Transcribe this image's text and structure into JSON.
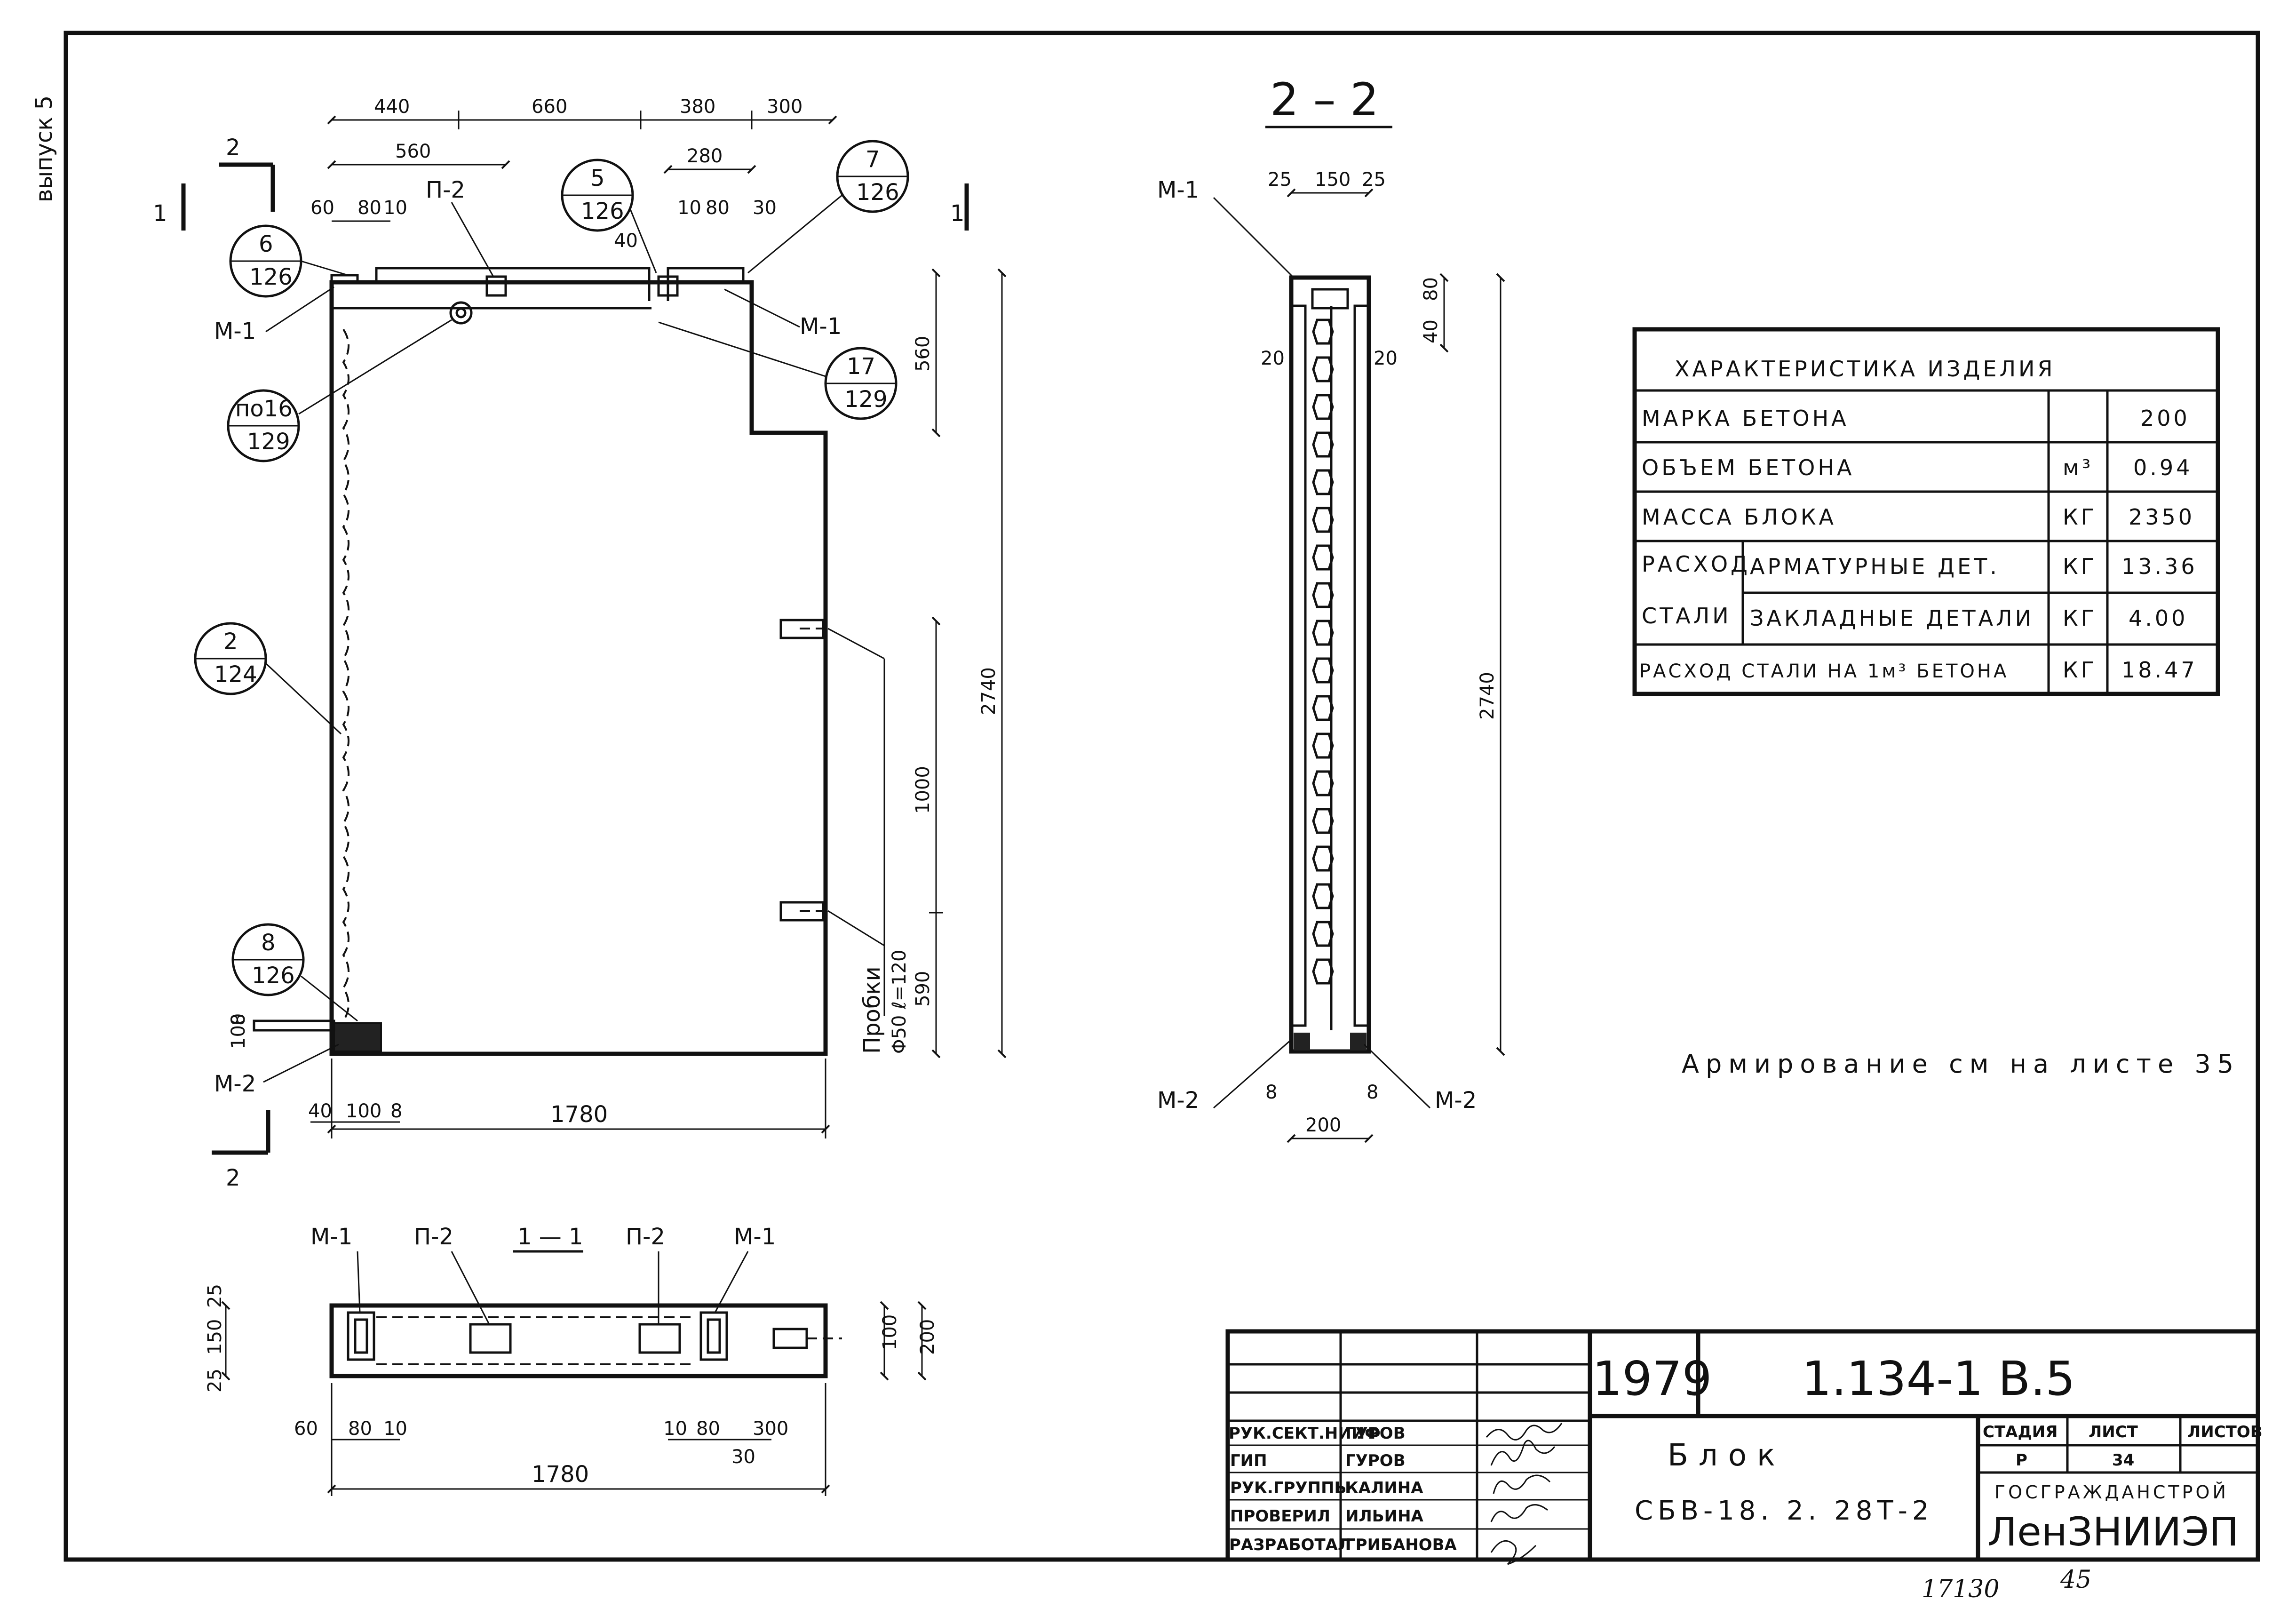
{
  "side_label": "выпуск 5",
  "sections": {
    "s22": "2 – 2",
    "s11": "1 — 1",
    "cut1": "1",
    "cut2": "2"
  },
  "marks": {
    "m1": "М-1",
    "m2": "М-2",
    "p2": "П-2"
  },
  "callouts": [
    {
      "top": "6",
      "bottom": "126"
    },
    {
      "top": "5",
      "bottom": "126"
    },
    {
      "top": "7",
      "bottom": "126"
    },
    {
      "top": "17",
      "bottom": "129"
    },
    {
      "top": "по16",
      "bottom": "129"
    },
    {
      "top": "2",
      "bottom": "124"
    },
    {
      "top": "8",
      "bottom": "126"
    }
  ],
  "dims": {
    "d440": "440",
    "d660": "660",
    "d380": "380",
    "d300": "300",
    "d560": "560",
    "d280": "280",
    "d60": "60",
    "d80": "80",
    "d10": "10",
    "d40": "40",
    "d30": "30",
    "d25": "25",
    "d150": "150",
    "d20": "20",
    "d2740": "2740",
    "d1000": "1000",
    "d590": "590",
    "d100": "100",
    "d8": "8",
    "d1780": "1780",
    "d200": "200"
  },
  "probki": "Пробки",
  "probki_spec": "Φ50 ℓ=120",
  "characteristics": {
    "title": "ХАРАКТЕРИСТИКА  ИЗДЕЛИЯ",
    "rows": [
      {
        "label": "МАРКА  БЕТОНА",
        "unit": "",
        "value": "200"
      },
      {
        "label": "ОБЪЕМ  БЕТОНА",
        "unit": "м³",
        "value": "0.94"
      },
      {
        "label": "МАССА  БЛОКА",
        "unit": "КГ",
        "value": "2350"
      }
    ],
    "steel_label_1": "РАСХОД",
    "steel_label_2": "СТАЛИ",
    "steel_rows": [
      {
        "label": "АРМАТУРНЫЕ  ДЕТ.",
        "unit": "КГ",
        "value": "13.36"
      },
      {
        "label": "ЗАКЛАДНЫЕ ДЕТАЛИ",
        "unit": "КГ",
        "value": "4.00"
      }
    ],
    "per_m3_label": "РАСХОД СТАЛИ  НА 1м³ БЕТОНА",
    "per_m3_unit": "КГ",
    "per_m3_value": "18.47"
  },
  "note": "Армирование  см  на  листе 35",
  "title_block": {
    "year": "1979",
    "code": "1.134-1  В.5",
    "name": "Блок",
    "mark": "СБВ-18. 2. 28Т-2",
    "stage_h": "СТАДИЯ",
    "sheet_h": "ЛИСТ",
    "sheets_h": "ЛИСТОВ",
    "stage": "Р",
    "sheet": "34",
    "org1": "ГОСГРАЖДАНСТРОЙ",
    "org2": "ЛенЗНИИЭП",
    "staff": [
      {
        "role": "РУК.СЕКТ.НИИФ",
        "name": "ГУРОВ"
      },
      {
        "role": "ГИП",
        "name": "ГУРОВ"
      },
      {
        "role": "РУК.ГРУППЫ",
        "name": "КАЛИНА"
      },
      {
        "role": "ПРОВЕРИЛ",
        "name": "ИЛЬИНА"
      },
      {
        "role": "РАЗРАБОТАЛ",
        "name": "ГРИБАНОВА"
      }
    ]
  },
  "footer": {
    "inv": "17130",
    "page": "45"
  }
}
